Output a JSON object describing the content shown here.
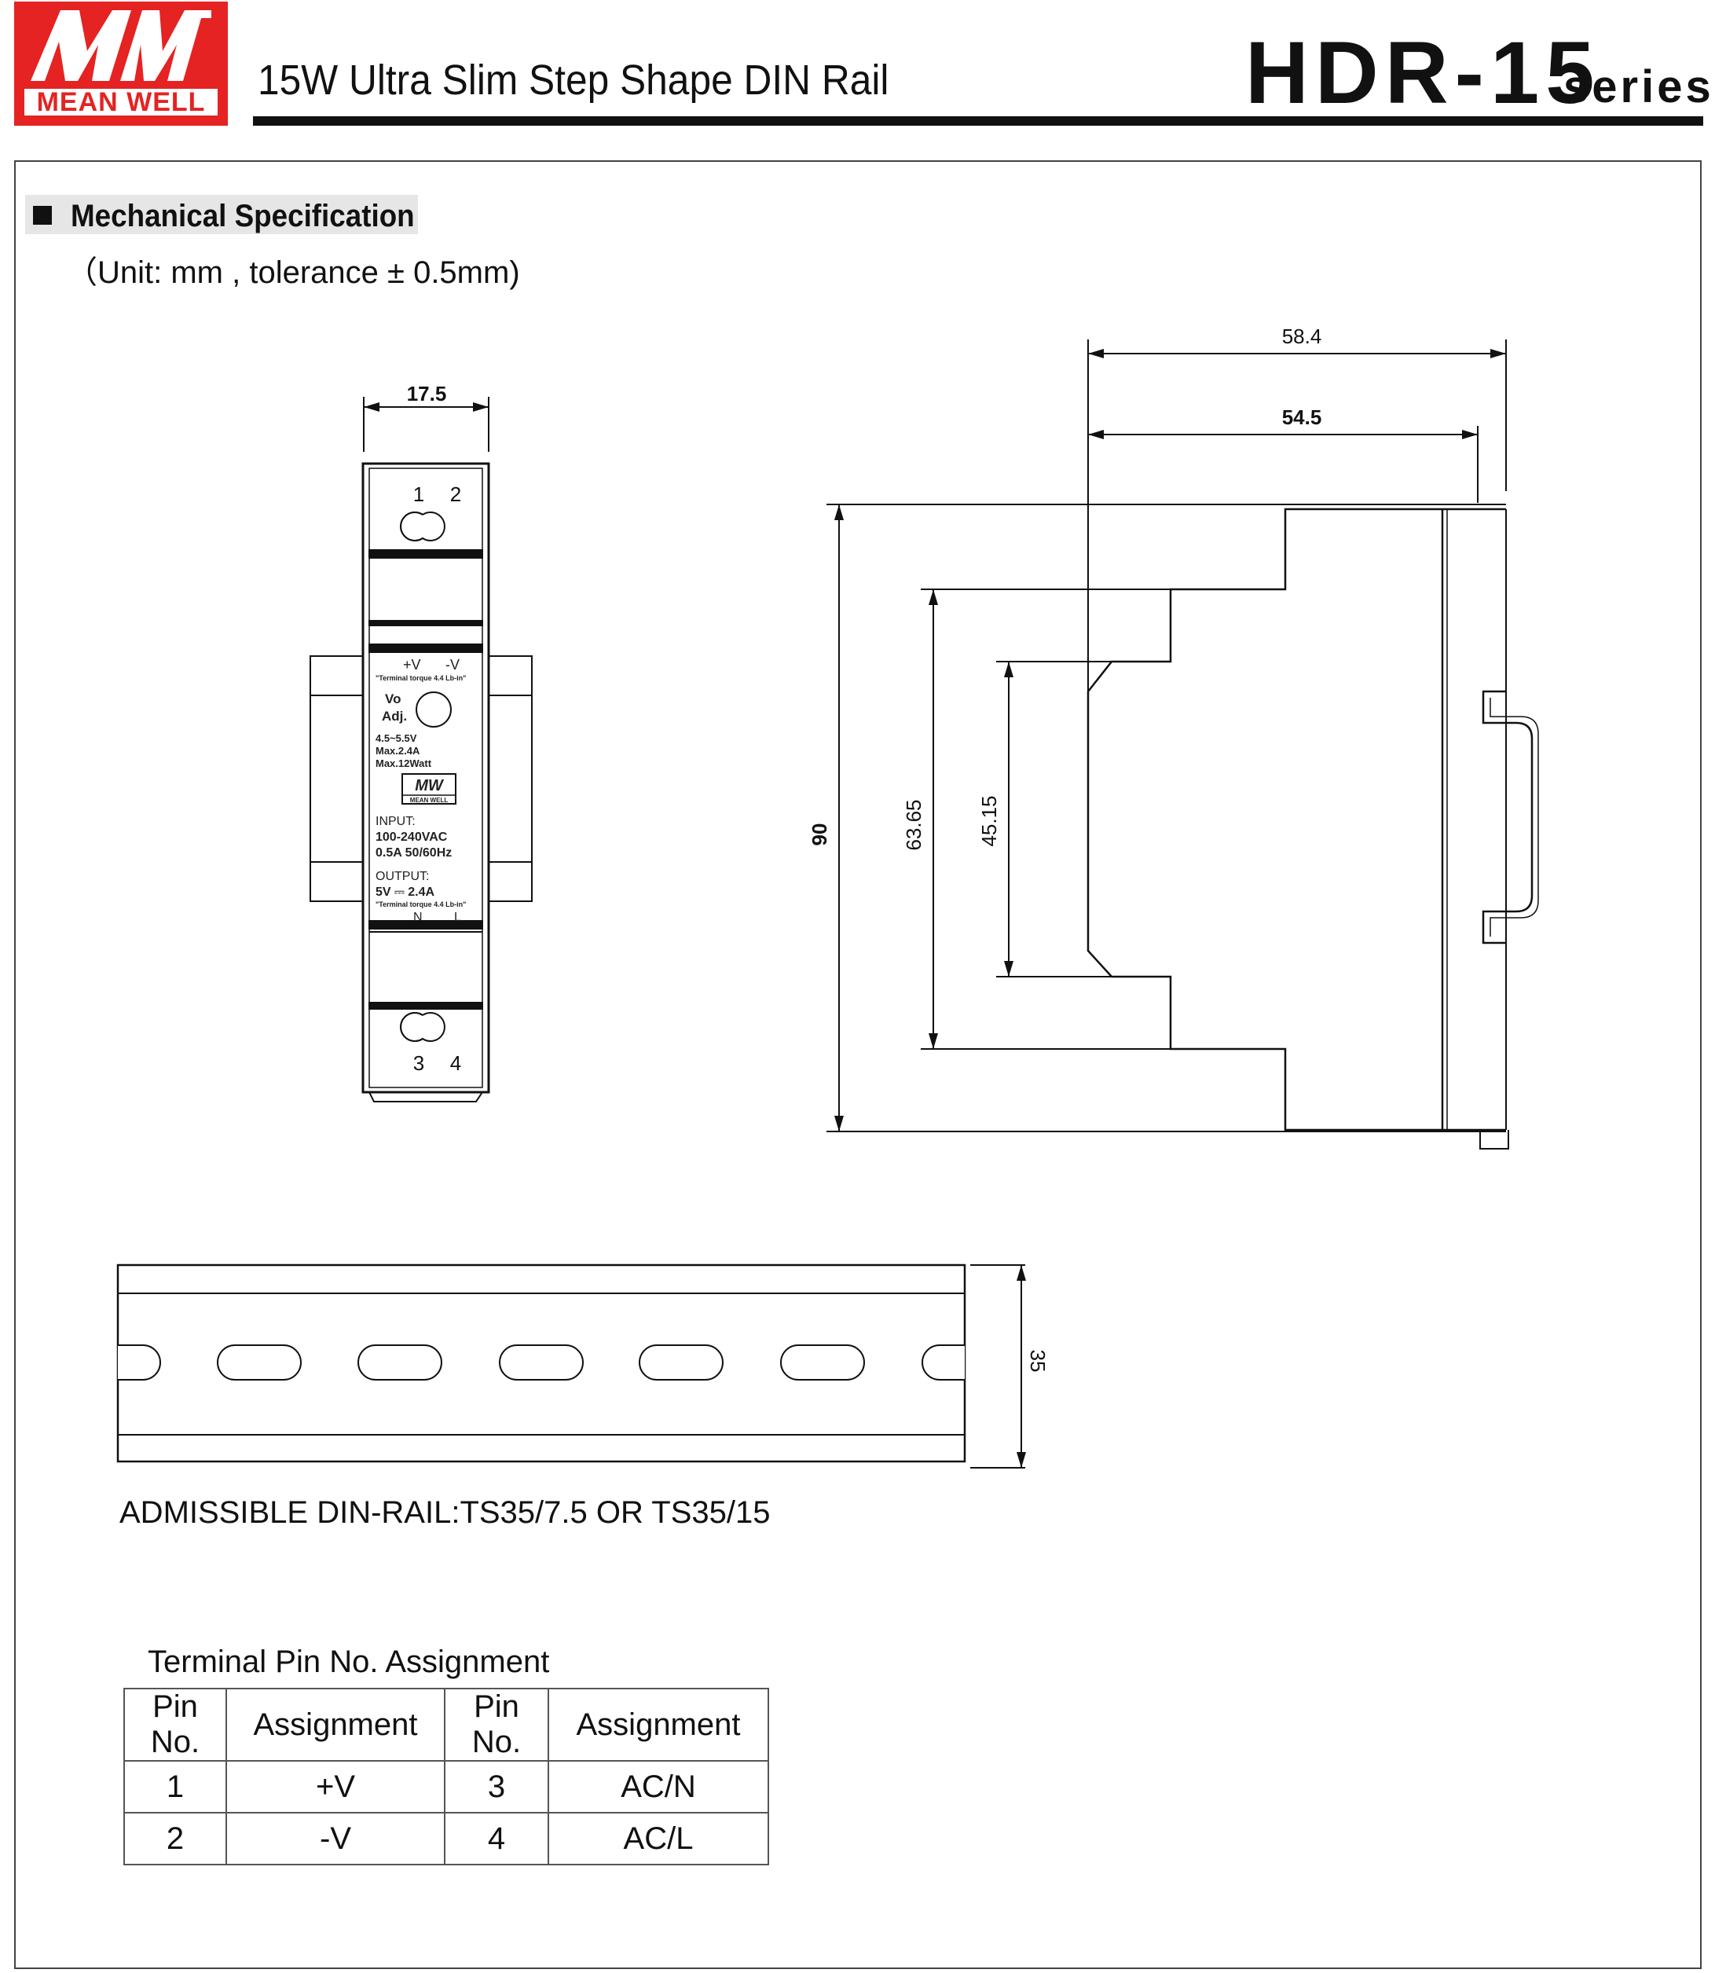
{
  "header": {
    "logo_text": "MEAN WELL",
    "subtitle": "15W  Ultra Slim Step Shape DIN Rail",
    "model": "HDR-15",
    "series": "series"
  },
  "section": {
    "title": "Mechanical Specification",
    "unit_note": "（Unit: mm , tolerance ± 0.5mm)"
  },
  "front_view": {
    "width_dim": "17.5",
    "pins_top": [
      "1",
      "2"
    ],
    "pins_bottom": [
      "3",
      "4"
    ],
    "label_plus_v": "+V",
    "label_minus_v": "-V",
    "torque_top": "\"Terminal torque 4.4 Lb-in\"",
    "vo": "Vo",
    "adj": "Adj.",
    "range": "4.5~5.5V",
    "max_a": "Max.2.4A",
    "max_w": "Max.12Watt",
    "brand_small": "MEAN WELL",
    "input_label": "INPUT:",
    "input_voltage": "100-240VAC",
    "input_current": "0.5A   50/60Hz",
    "output_label": "OUTPUT:",
    "output_value": "5V  ⎓  2.4A",
    "torque_bottom": "\"Terminal torque 4.4 Lb-in\"",
    "label_n": "N",
    "label_l": "L"
  },
  "side_view": {
    "depth_total": "58.4",
    "depth_body": "54.5",
    "height_total": "90",
    "height_step": "63.65",
    "height_inner": "45.15"
  },
  "rail_view": {
    "height_dim": "35",
    "note": "ADMISSIBLE DIN-RAIL:TS35/7.5 OR TS35/15"
  },
  "pin_table": {
    "title": "Terminal Pin No.  Assignment",
    "headers": [
      "Pin No.",
      "Assignment",
      "Pin No.",
      "Assignment"
    ],
    "rows": [
      [
        "1",
        "+V",
        "3",
        "AC/N"
      ],
      [
        "2",
        "-V",
        "4",
        "AC/L"
      ]
    ]
  },
  "colors": {
    "brand_red": "#e42322",
    "line": "#111111"
  }
}
